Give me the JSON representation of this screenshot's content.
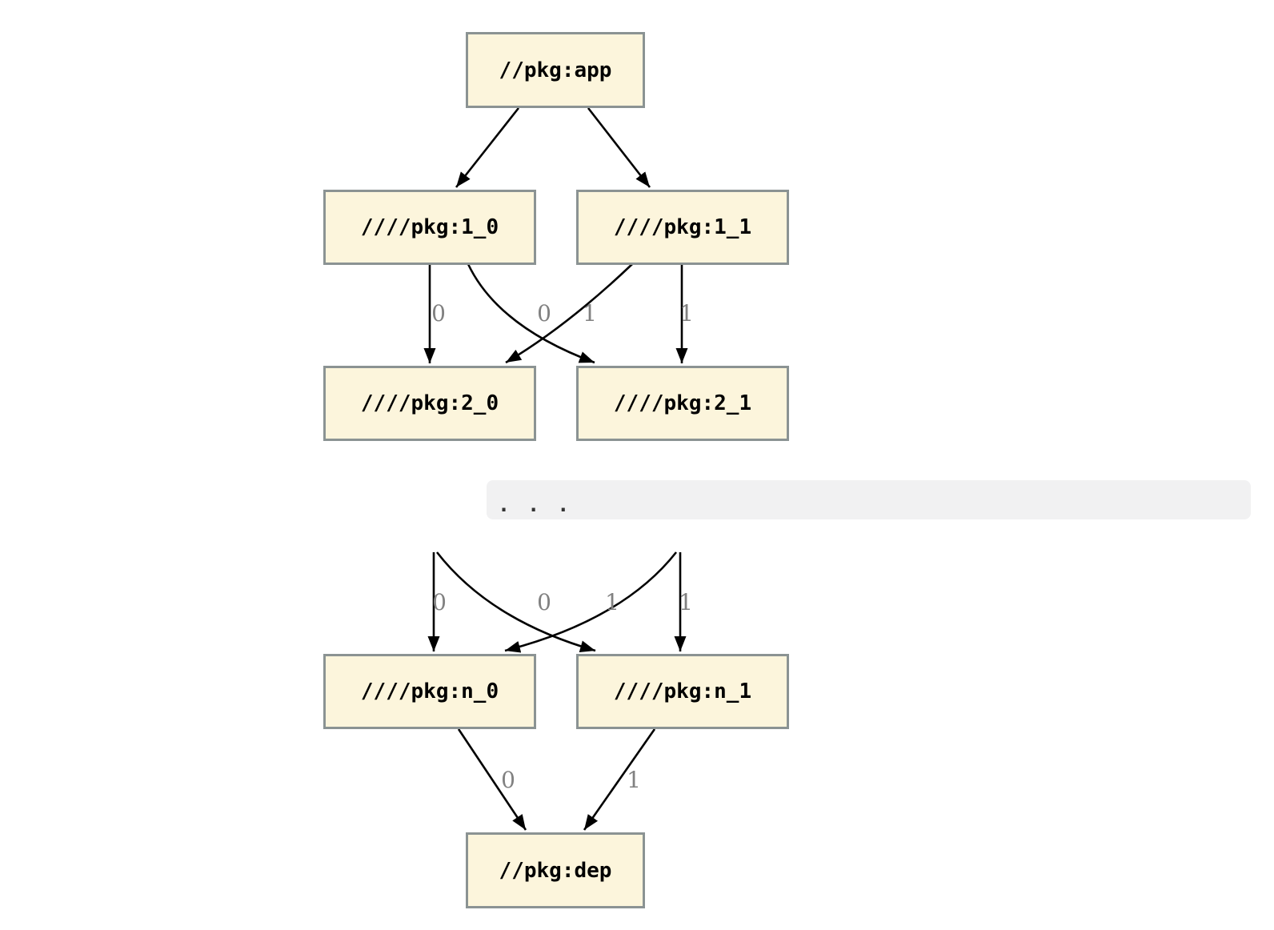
{
  "diagram": {
    "title_hint": "build dependency graph",
    "nodes": {
      "app": {
        "label": "//pkg:app"
      },
      "level1_0": {
        "label": "////pkg:1_0"
      },
      "level1_1": {
        "label": "////pkg:1_1"
      },
      "level2_0": {
        "label": "////pkg:2_0"
      },
      "level2_1": {
        "label": "////pkg:2_1"
      },
      "leveln_0": {
        "label": "////pkg:n_0"
      },
      "leveln_1": {
        "label": "////pkg:n_1"
      },
      "dep": {
        "label": "//pkg:dep"
      }
    },
    "edges": [
      {
        "from": "//pkg:app",
        "to": "////pkg:1_0",
        "label": ""
      },
      {
        "from": "//pkg:app",
        "to": "////pkg:1_1",
        "label": ""
      },
      {
        "from": "////pkg:1_0",
        "to": "////pkg:2_0",
        "label": "0"
      },
      {
        "from": "////pkg:1_0",
        "to": "////pkg:2_1",
        "label": "1"
      },
      {
        "from": "////pkg:1_1",
        "to": "////pkg:2_0",
        "label": "0"
      },
      {
        "from": "////pkg:1_1",
        "to": "////pkg:2_1",
        "label": "1"
      },
      {
        "from": "...",
        "to": "////pkg:n_0",
        "label": "0"
      },
      {
        "from": "...",
        "to": "////pkg:n_1",
        "label": "1"
      },
      {
        "from": "...",
        "to": "////pkg:n_0",
        "label": "0"
      },
      {
        "from": "...",
        "to": "////pkg:n_1",
        "label": "1"
      },
      {
        "from": "////pkg:n_0",
        "to": "//pkg:dep",
        "label": "0"
      },
      {
        "from": "////pkg:n_1",
        "to": "//pkg:dep",
        "label": "1"
      }
    ],
    "ellipsis": ". . .",
    "colors": {
      "node_fill": "#FCF5DC",
      "node_border": "#8B9393",
      "edge": "#000000",
      "edge_label": "#818181",
      "ellipsis_bar": "#F1F1F2"
    }
  }
}
